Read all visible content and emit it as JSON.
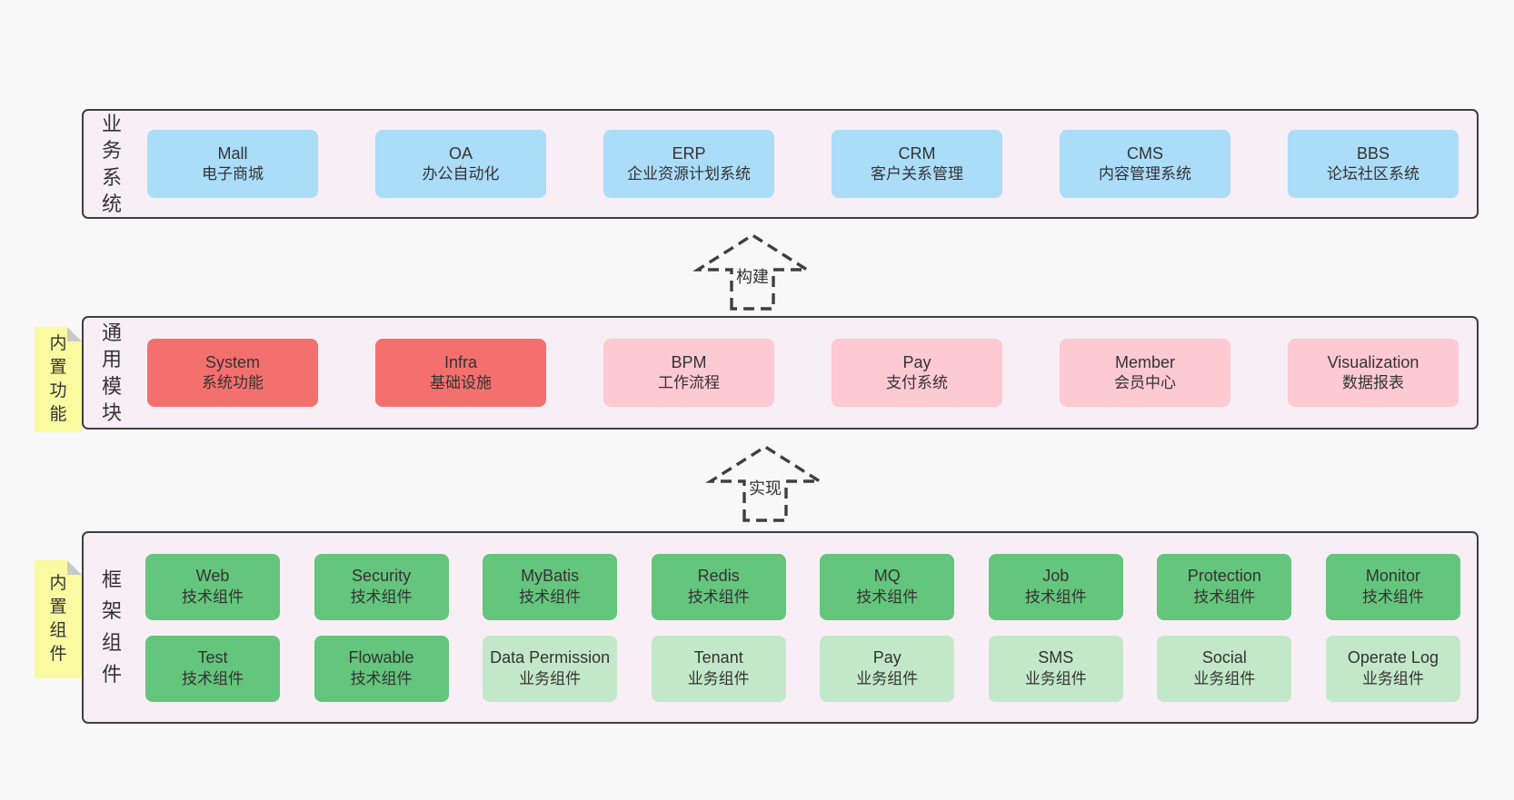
{
  "palette": {
    "page_bg": "#f8f8f8",
    "container_bg": "#f8eef6",
    "container_border": "#3f3f3f",
    "blue_box": "#abdcf8",
    "red_box": "#f4706e",
    "pink_box": "#fdc9d3",
    "green_box": "#64c57c",
    "light_green_box": "#c3e8c9",
    "sticky_note": "#fafaa0",
    "sticky_fold": "#c9c9c9",
    "text": "#333333"
  },
  "layer1": {
    "side_label": "业务系统",
    "boxes": [
      {
        "name": "Mall",
        "desc": "电子商城"
      },
      {
        "name": "OA",
        "desc": "办公自动化"
      },
      {
        "name": "ERP",
        "desc": "企业资源计划系统"
      },
      {
        "name": "CRM",
        "desc": "客户关系管理"
      },
      {
        "name": "CMS",
        "desc": "内容管理系统"
      },
      {
        "name": "BBS",
        "desc": "论坛社区系统"
      }
    ]
  },
  "arrow1": {
    "label": "构建"
  },
  "layer2": {
    "side_label": "通用模块",
    "note": "内置功能",
    "boxes": [
      {
        "name": "System",
        "desc": "系统功能"
      },
      {
        "name": "Infra",
        "desc": "基础设施"
      },
      {
        "name": "BPM",
        "desc": "工作流程"
      },
      {
        "name": "Pay",
        "desc": "支付系统"
      },
      {
        "name": "Member",
        "desc": "会员中心"
      },
      {
        "name": "Visualization",
        "desc": "数据报表"
      }
    ]
  },
  "arrow2": {
    "label": "实现"
  },
  "layer3": {
    "side_label": "框架组件",
    "note": "内置组件",
    "row_a": [
      {
        "name": "Web",
        "desc": "技术组件"
      },
      {
        "name": "Security",
        "desc": "技术组件"
      },
      {
        "name": "MyBatis",
        "desc": "技术组件"
      },
      {
        "name": "Redis",
        "desc": "技术组件"
      },
      {
        "name": "MQ",
        "desc": "技术组件"
      },
      {
        "name": "Job",
        "desc": "技术组件"
      },
      {
        "name": "Protection",
        "desc": "技术组件"
      },
      {
        "name": "Monitor",
        "desc": "技术组件"
      }
    ],
    "row_b": [
      {
        "name": "Test",
        "desc": "技术组件"
      },
      {
        "name": "Flowable",
        "desc": "技术组件"
      },
      {
        "name": "Data Permission",
        "desc": "业务组件"
      },
      {
        "name": "Tenant",
        "desc": "业务组件"
      },
      {
        "name": "Pay",
        "desc": "业务组件"
      },
      {
        "name": "SMS",
        "desc": "业务组件"
      },
      {
        "name": "Social",
        "desc": "业务组件"
      },
      {
        "name": "Operate Log",
        "desc": "业务组件"
      }
    ]
  }
}
